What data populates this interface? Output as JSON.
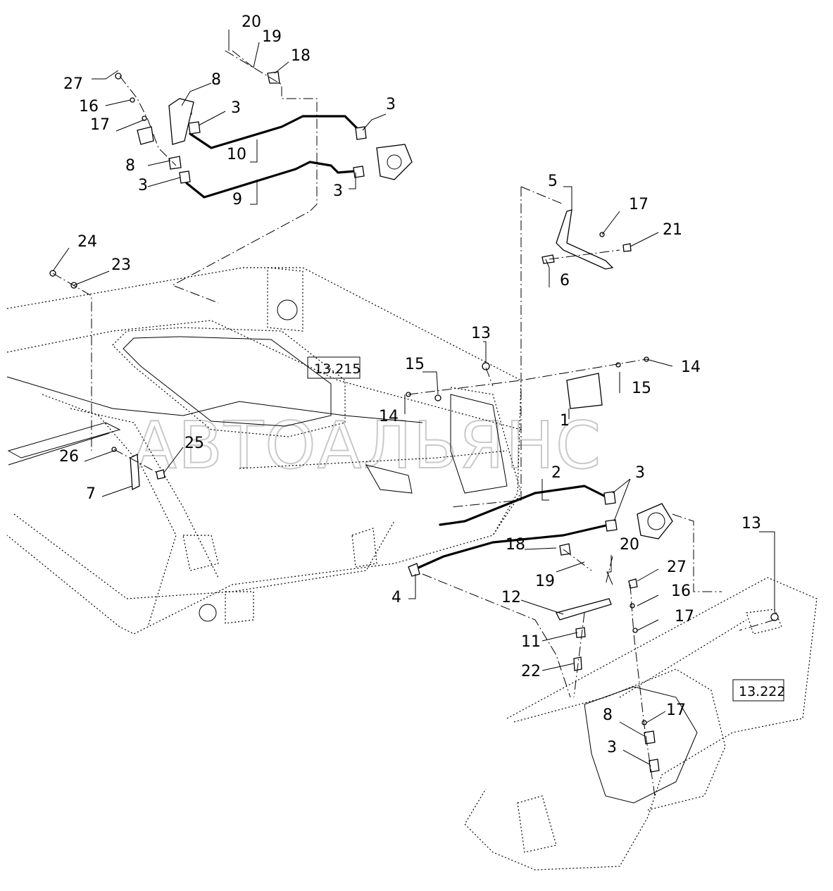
{
  "watermark": "АВТОАЛЬЯНС",
  "refs": [
    "13.215",
    "13.222"
  ],
  "callouts": [
    "20",
    "19",
    "18",
    "27",
    "16",
    "17",
    "8",
    "3",
    "3",
    "10",
    "8",
    "3",
    "9",
    "3",
    "24",
    "23",
    "5",
    "17",
    "21",
    "6",
    "13",
    "15",
    "14",
    "15",
    "14",
    "1",
    "25",
    "26",
    "7",
    "2",
    "3",
    "13",
    "18",
    "19",
    "20",
    "27",
    "16",
    "4",
    "12",
    "17",
    "11",
    "22",
    "17",
    "8",
    "3"
  ]
}
